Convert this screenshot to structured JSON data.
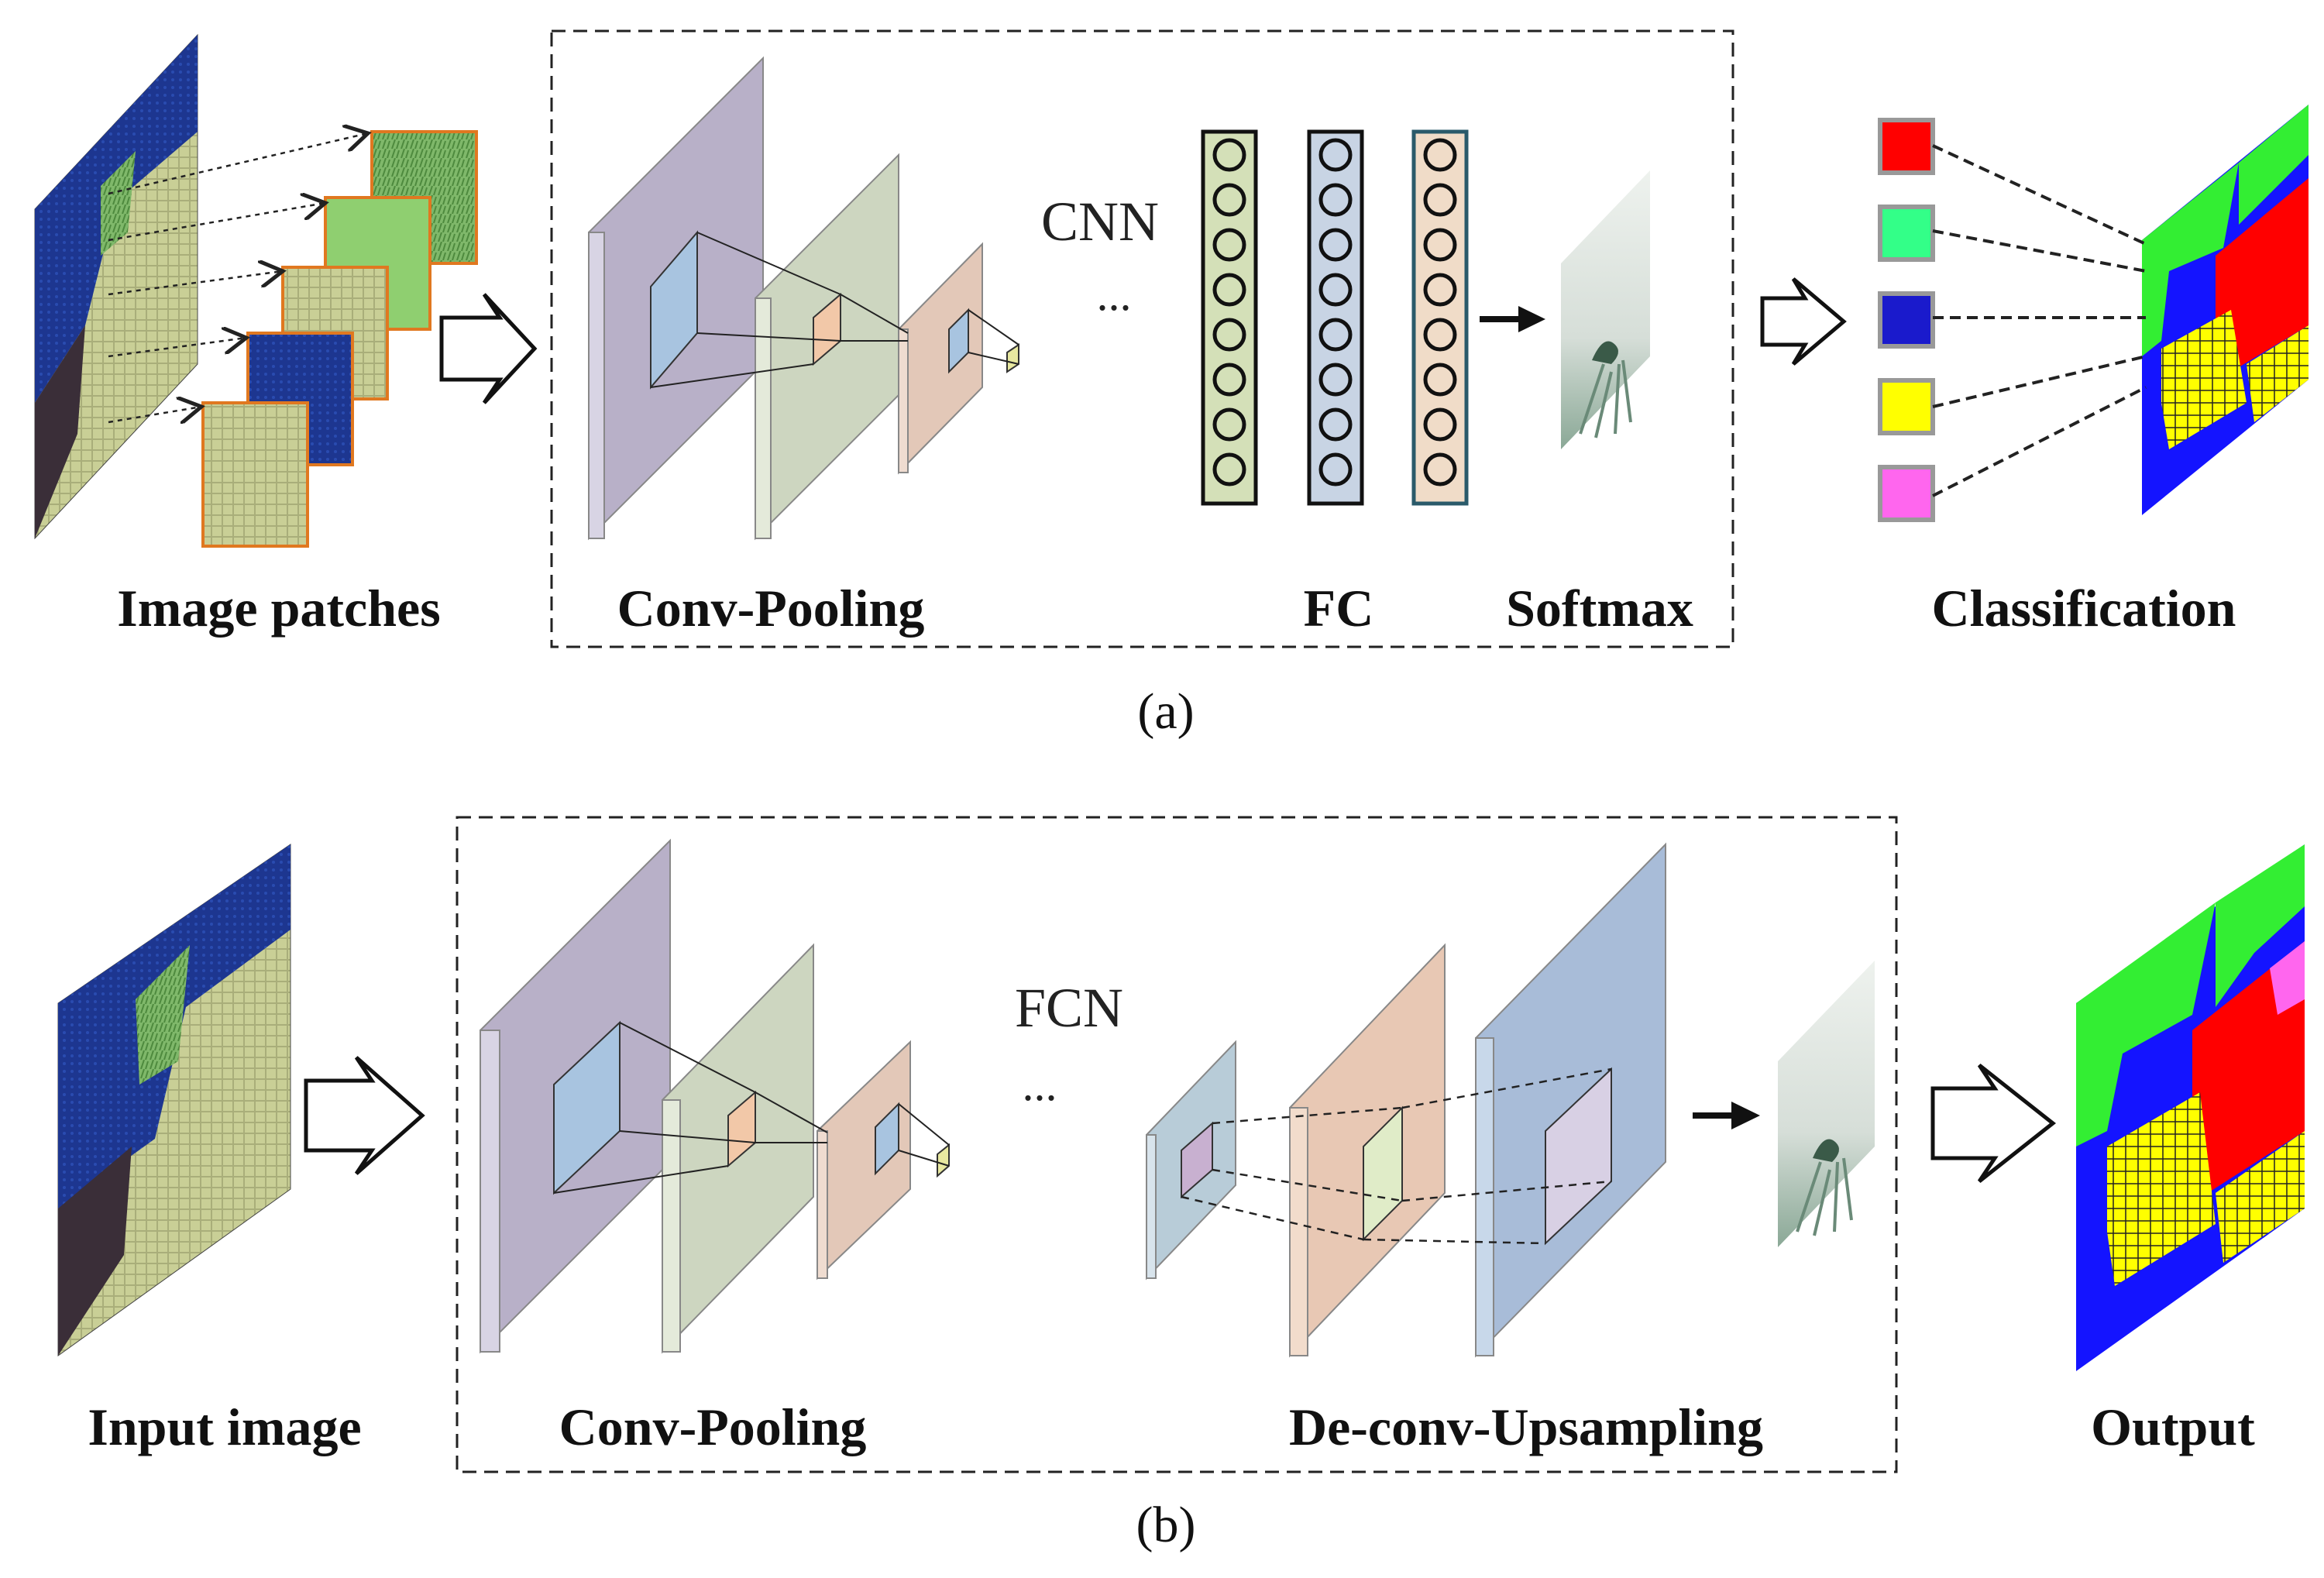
{
  "panel_a": {
    "caption": "(a)",
    "image_patches_label": "Image patches",
    "conv_pooling_label": "Conv-Pooling",
    "cnn_label": "CNN",
    "ellipsis": "...",
    "fc_label": "FC",
    "softmax_label": "Softmax",
    "classification_label": "Classification",
    "class_colors": [
      "#ff0000",
      "#33ff88",
      "#1a1acc",
      "#ffff00",
      "#ff66ee"
    ]
  },
  "panel_b": {
    "caption": "(b)",
    "input_label": "Input image",
    "conv_pooling_label": "Conv-Pooling",
    "fcn_label": "FCN",
    "ellipsis": "...",
    "deconv_label": "De-conv-Upsampling",
    "output_label": "Output"
  },
  "colors": {
    "layer1": "#b8b0c8",
    "layer2": "#cdd6c0",
    "layer3": "#e3c8b8",
    "deconv_big": "#a8bcd8",
    "kernel": "#a8c4e0",
    "fc1": "#d4e0b8",
    "fc2": "#c8d4e4",
    "fc3": "#f0dcc8",
    "water": "#1e3a8a",
    "field": "#c8cc90"
  }
}
